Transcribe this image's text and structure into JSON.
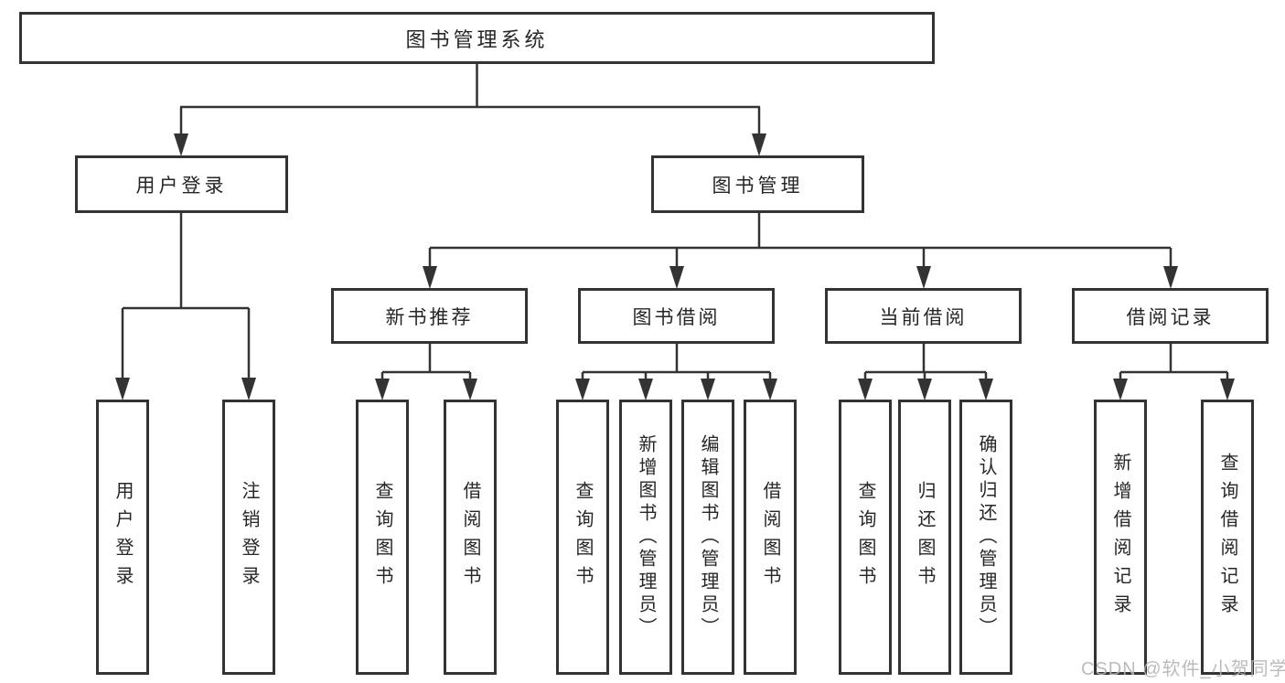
{
  "tree": {
    "label": "图书管理系统",
    "children": [
      {
        "label": "用户登录",
        "children": [
          {
            "label": "用户登录"
          },
          {
            "label": "注销登录"
          }
        ]
      },
      {
        "label": "图书管理",
        "children": [
          {
            "label": "新书推荐",
            "children": [
              {
                "label": "查询图书"
              },
              {
                "label": "借阅图书"
              }
            ]
          },
          {
            "label": "图书借阅",
            "children": [
              {
                "label": "查询图书"
              },
              {
                "label": "新增图书（管理员）"
              },
              {
                "label": "编辑图书（管理员）"
              },
              {
                "label": "借阅图书"
              }
            ]
          },
          {
            "label": "当前借阅",
            "children": [
              {
                "label": "查询图书"
              },
              {
                "label": "归还图书"
              },
              {
                "label": "确认归还（管理员）"
              }
            ]
          },
          {
            "label": "借阅记录",
            "children": [
              {
                "label": "新增借阅记录"
              },
              {
                "label": "查询借阅记录"
              }
            ]
          }
        ]
      }
    ]
  },
  "watermark": {
    "text": "CSDN @软件_小贺同学"
  },
  "colors": {
    "box_border": "#333333",
    "box_fill": "#ffffff",
    "connector_line": "#333333",
    "text": "#262626",
    "watermark": "#b4b4b4",
    "background": "#ffffff"
  }
}
